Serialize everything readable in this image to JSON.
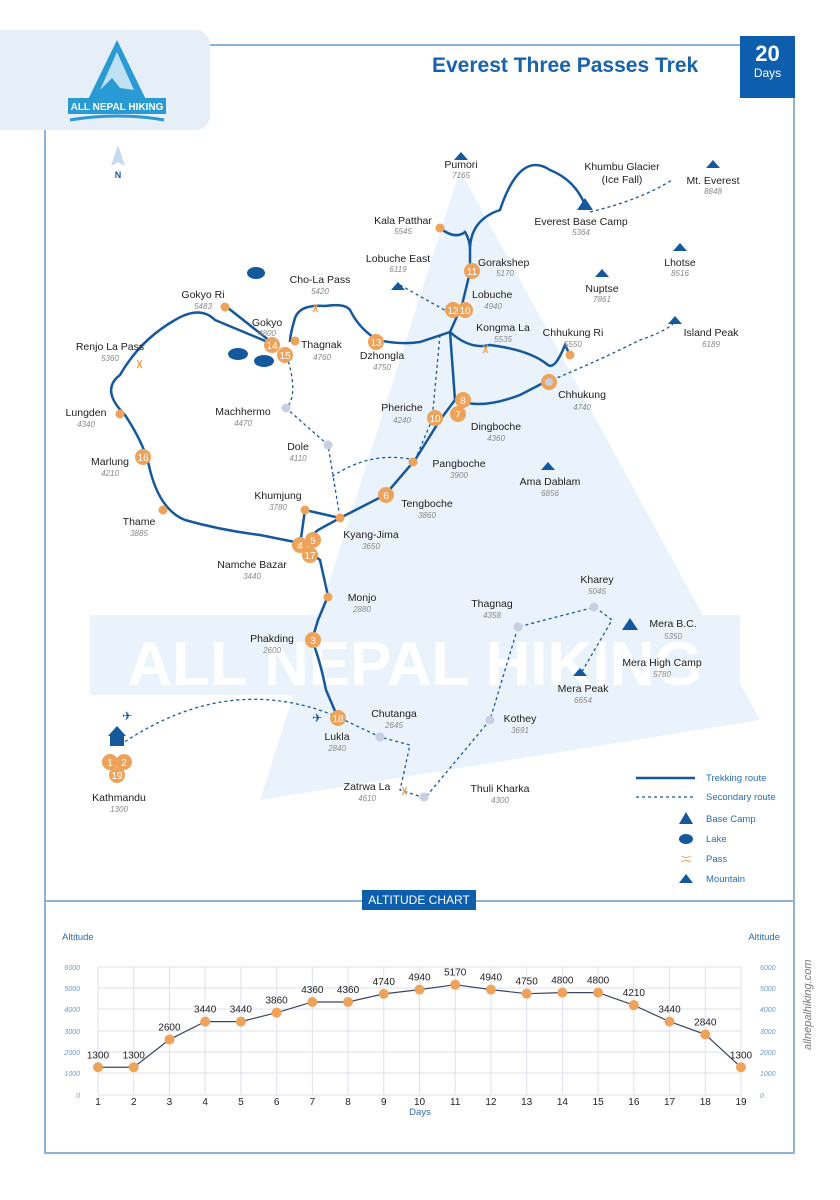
{
  "header": {
    "brand": "ALL NEPAL HIKING",
    "title": "Everest Three Passes Trek",
    "duration_number": "20",
    "duration_unit": "Days",
    "compass": "N"
  },
  "map": {
    "places": [
      {
        "name": "Pumori",
        "alt": "7165"
      },
      {
        "name": "Khumbu Glacier",
        "name2": "(Ice Fall)"
      },
      {
        "name": "Mt. Everest",
        "alt": "8848"
      },
      {
        "name": "Kala Patthar",
        "alt": "5545"
      },
      {
        "name": "Everest Base Camp",
        "alt": "5364"
      },
      {
        "name": "Lobuche East",
        "alt": "6119"
      },
      {
        "name": "Gorakshep",
        "alt": "5170"
      },
      {
        "name": "Lhotse",
        "alt": "8516"
      },
      {
        "name": "Cho-La Pass",
        "alt": "5420"
      },
      {
        "name": "Nuptse",
        "alt": "7861"
      },
      {
        "name": "Gokyo Ri",
        "alt": "5483"
      },
      {
        "name": "Lobuche",
        "alt": "4940"
      },
      {
        "name": "Gokyo",
        "alt": "4800"
      },
      {
        "name": "Kongma La",
        "alt": "5535"
      },
      {
        "name": "Chhukung Ri",
        "alt": "5550"
      },
      {
        "name": "Island Peak",
        "alt": "6189"
      },
      {
        "name": "Renjo La Pass",
        "alt": "5360"
      },
      {
        "name": "Thagnak",
        "alt": "4760"
      },
      {
        "name": "Dzhongla",
        "alt": "4750"
      },
      {
        "name": "Chhukung",
        "alt": "4740"
      },
      {
        "name": "Lungden",
        "alt": "4340"
      },
      {
        "name": "Machhermo",
        "alt": "4470"
      },
      {
        "name": "Pheriche",
        "alt": "4240"
      },
      {
        "name": "Dingboche",
        "alt": "4360"
      },
      {
        "name": "Dole",
        "alt": "4110"
      },
      {
        "name": "Marlung",
        "alt": "4210"
      },
      {
        "name": "Pangboche",
        "alt": "3900"
      },
      {
        "name": "Ama Dablam",
        "alt": "6856"
      },
      {
        "name": "Khumjung",
        "alt": "3780"
      },
      {
        "name": "Tengboche",
        "alt": "3860"
      },
      {
        "name": "Thame",
        "alt": "3885"
      },
      {
        "name": "Kyang-Jima",
        "alt": "3650"
      },
      {
        "name": "Namche Bazar",
        "alt": "3440"
      },
      {
        "name": "Monjo",
        "alt": "2880"
      },
      {
        "name": "Kharey",
        "alt": "5045"
      },
      {
        "name": "Thagnag",
        "alt": "4358"
      },
      {
        "name": "Mera B.C.",
        "alt": "5350"
      },
      {
        "name": "Phakding",
        "alt": "2600"
      },
      {
        "name": "Mera High Camp",
        "alt": "5780"
      },
      {
        "name": "Mera Peak",
        "alt": "6654"
      },
      {
        "name": "Kothey",
        "alt": "3691"
      },
      {
        "name": "Chutanga",
        "alt": "2645"
      },
      {
        "name": "Lukla",
        "alt": "2840"
      },
      {
        "name": "Zatrwa La",
        "alt": "4610"
      },
      {
        "name": "Thuli Kharka",
        "alt": "4300"
      },
      {
        "name": "Kathmandu",
        "alt": "1300"
      }
    ],
    "day_markers": [
      "1",
      "2",
      "19",
      "3",
      "4",
      "5",
      "17",
      "6",
      "7",
      "8",
      "10",
      "10",
      "11",
      "12",
      "13",
      "14",
      "15",
      "16",
      "18"
    ],
    "watermark": "ALL NEPAL HIKING"
  },
  "legend": {
    "items": [
      {
        "label": "Trekking route"
      },
      {
        "label": "Secondary route"
      },
      {
        "label": "Base Camp"
      },
      {
        "label": "Lake"
      },
      {
        "label": "Pass"
      },
      {
        "label": "Mountain"
      }
    ]
  },
  "colors": {
    "route": "#15589c",
    "accent": "#0d5fae",
    "marker": "#eea25a",
    "frame": "#8fb1d3"
  },
  "altitude_chart": {
    "title": "ALTITUDE CHART",
    "y_label_left": "Altitude",
    "y_label_right": "Altitude",
    "x_label": "Days",
    "website": "allnepalhiking.com"
  },
  "chart_data": {
    "type": "line",
    "title": "ALTITUDE CHART",
    "xlabel": "Days",
    "ylabel": "Altitude",
    "x": [
      1,
      2,
      3,
      4,
      5,
      6,
      7,
      8,
      9,
      10,
      11,
      12,
      13,
      14,
      15,
      16,
      17,
      18,
      19
    ],
    "values": [
      1300,
      1300,
      2600,
      3440,
      3440,
      3860,
      4360,
      4360,
      4740,
      4940,
      5170,
      4940,
      4750,
      4800,
      4800,
      4210,
      3440,
      2840,
      1300
    ],
    "yticks": [
      0,
      1000,
      2000,
      3000,
      4000,
      5000,
      6000
    ],
    "ylim": [
      0,
      6000
    ],
    "grid": true
  }
}
